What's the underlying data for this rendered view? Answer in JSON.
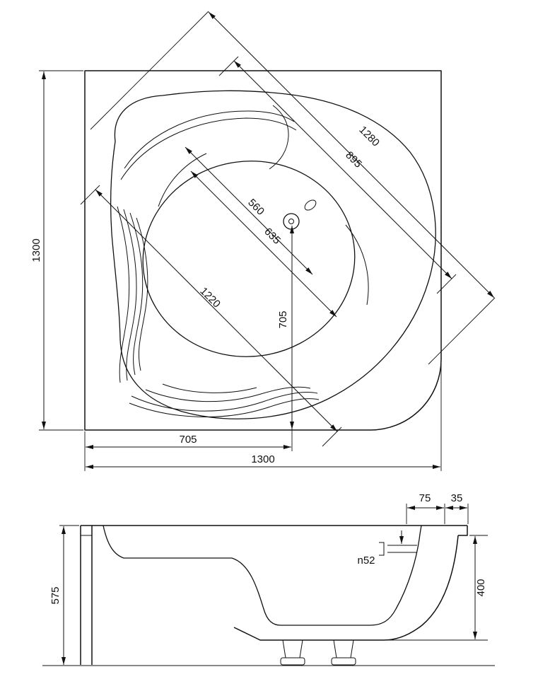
{
  "drawing": {
    "ink_color": "#111111",
    "background_color": "#ffffff"
  },
  "top_view": {
    "left_height": "1300",
    "bottom_width": "1300",
    "bottom_offset": "705",
    "vertical_offset": "705",
    "diag_outer": "1280",
    "diag_inner": "895",
    "diag_560": "560",
    "diag_635": "635",
    "diag_1220": "1220"
  },
  "side_view": {
    "overall_height": "575",
    "rim_75": "75",
    "rim_35": "35",
    "overflow_diameter": "n52",
    "inner_height": "400"
  }
}
